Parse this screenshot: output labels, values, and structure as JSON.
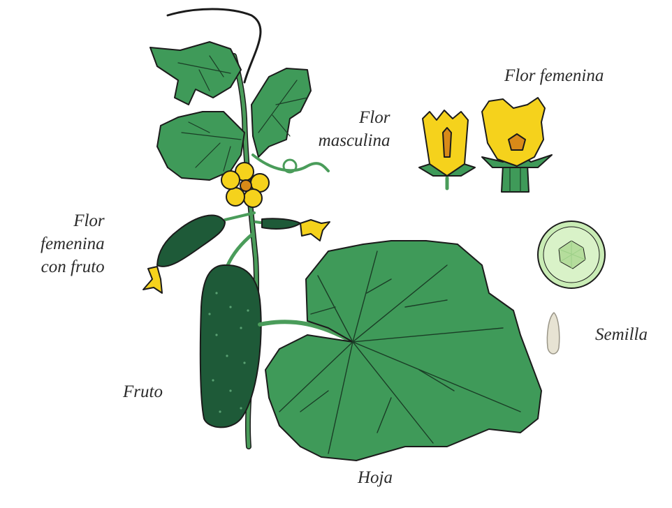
{
  "labels": {
    "flor_masculina": [
      "Flor",
      "masculina"
    ],
    "flor_femenina": "Flor femenina",
    "flor_femenina_fruto": [
      "Flor",
      "femenina",
      "con fruto"
    ],
    "semilla": "Semilla",
    "fruto": "Fruto",
    "hoja": "Hoja"
  },
  "colors": {
    "leaf": "#3f9a59",
    "leaf_dark": "#2e7d45",
    "stem": "#4a9c5a",
    "flower": "#f5d21c",
    "flower_center": "#d98a18",
    "fruit": "#1e5a38",
    "fruit_dots": "#5aa173",
    "slice": "#c9ecb5",
    "seed": "#e7e3d3",
    "outline": "#1b1b1b"
  }
}
